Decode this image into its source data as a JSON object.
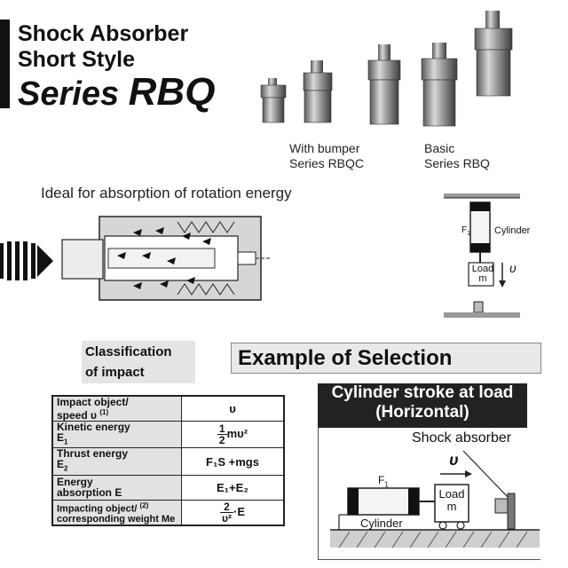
{
  "title": {
    "line1": "Shock Absorber",
    "line2": "Short Style",
    "series_prefix": "Series ",
    "series_code": "RBQ"
  },
  "products": {
    "bumper": {
      "line1": "With bumper",
      "line2": "Series RBQC"
    },
    "basic": {
      "line1": "Basic",
      "line2": "Series RBQ"
    }
  },
  "ideal_text": "Ideal for absorption of rotation energy",
  "cylinder_diagram": {
    "f1": "F",
    "f1_sub": "1",
    "cylinder": "Cylinder",
    "load_line1": "Load",
    "load_line2": "m",
    "velocity": "υ"
  },
  "classification": {
    "line1": "Classification",
    "line2": "of impact"
  },
  "example_title": "Example of Selection",
  "impact_table": {
    "rows": [
      {
        "label1": "Impact object/",
        "label2": "speed υ",
        "note": "(1)",
        "value": "υ"
      },
      {
        "label1": "Kinetic energy",
        "label2": "E",
        "sub": "1",
        "value_prefix": "1",
        "value_den": "2",
        "value_suffix": "mυ²"
      },
      {
        "label1": "Thrust energy",
        "label2": "E",
        "sub": "2",
        "value": "F₁S +mgs"
      },
      {
        "label1": "Energy",
        "label2": "absorption E",
        "value": "E₁+E₂"
      },
      {
        "label1": "Impacting object/",
        "label2": "corresponding weight Me",
        "note": "(2)",
        "value_num": "2",
        "value_den": "υ²",
        "value_suffix": "·E"
      }
    ]
  },
  "selection": {
    "title_line1": "Cylinder stroke at load",
    "title_line2": "(Horizontal)",
    "shock_absorber": "Shock absorber",
    "velocity": "υ",
    "f1": "F",
    "f1_sub": "1",
    "load_line1": "Load",
    "load_line2": "m",
    "cylinder": "Cylinder"
  }
}
